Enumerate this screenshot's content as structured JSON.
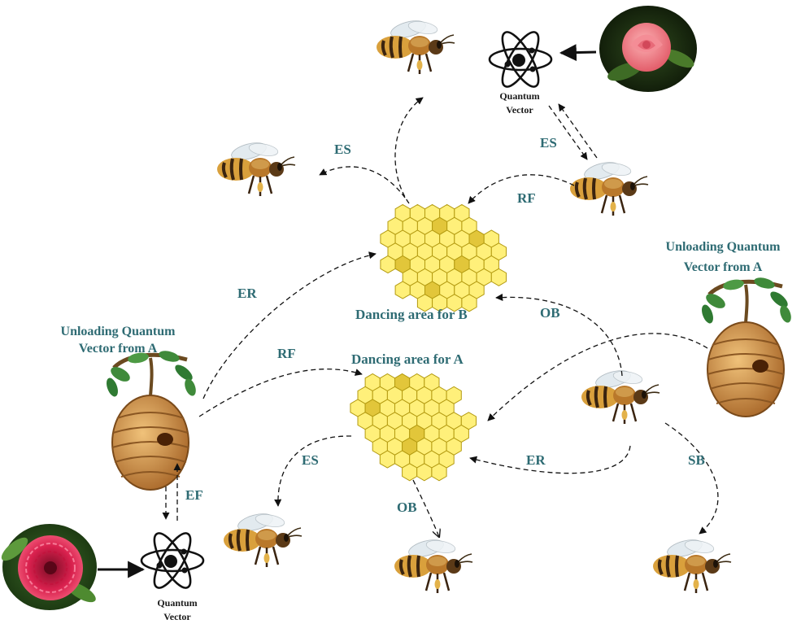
{
  "labels": {
    "quantum_vector_top": [
      "Quantum",
      "Vector"
    ],
    "quantum_vector_bottom": [
      "Quantum",
      "Vector"
    ],
    "es_top_left": "ES",
    "es_top_right": "ES",
    "rf_top": "RF",
    "er_left": "ER",
    "rf_middle": "RF",
    "ob_top": "OB",
    "dancing_b": "Dancing area for B",
    "dancing_a": "Dancing area for A",
    "unloading_left": [
      "Unloading Quantum",
      "Vector from A"
    ],
    "unloading_right": [
      "Unloading Quantum",
      "Vector from A"
    ],
    "ef": "EF",
    "es_bottom": "ES",
    "er_bottom": "ER",
    "sb": "SB",
    "ob_bottom": "OB"
  },
  "colors": {
    "label_teal": "#2e6b73",
    "comb_fill": "#fff07a",
    "comb_dark": "#e2c63a",
    "comb_stroke": "#b39a10",
    "hive": "#c98a3c",
    "leaf": "#3f8a3a"
  },
  "icons": {
    "bee": "honeybee-icon",
    "atom": "atom-icon",
    "rose": "rose-flower-image",
    "dahlia": "dahlia-flower-image",
    "hive": "beehive-icon",
    "comb": "honeycomb-icon"
  }
}
